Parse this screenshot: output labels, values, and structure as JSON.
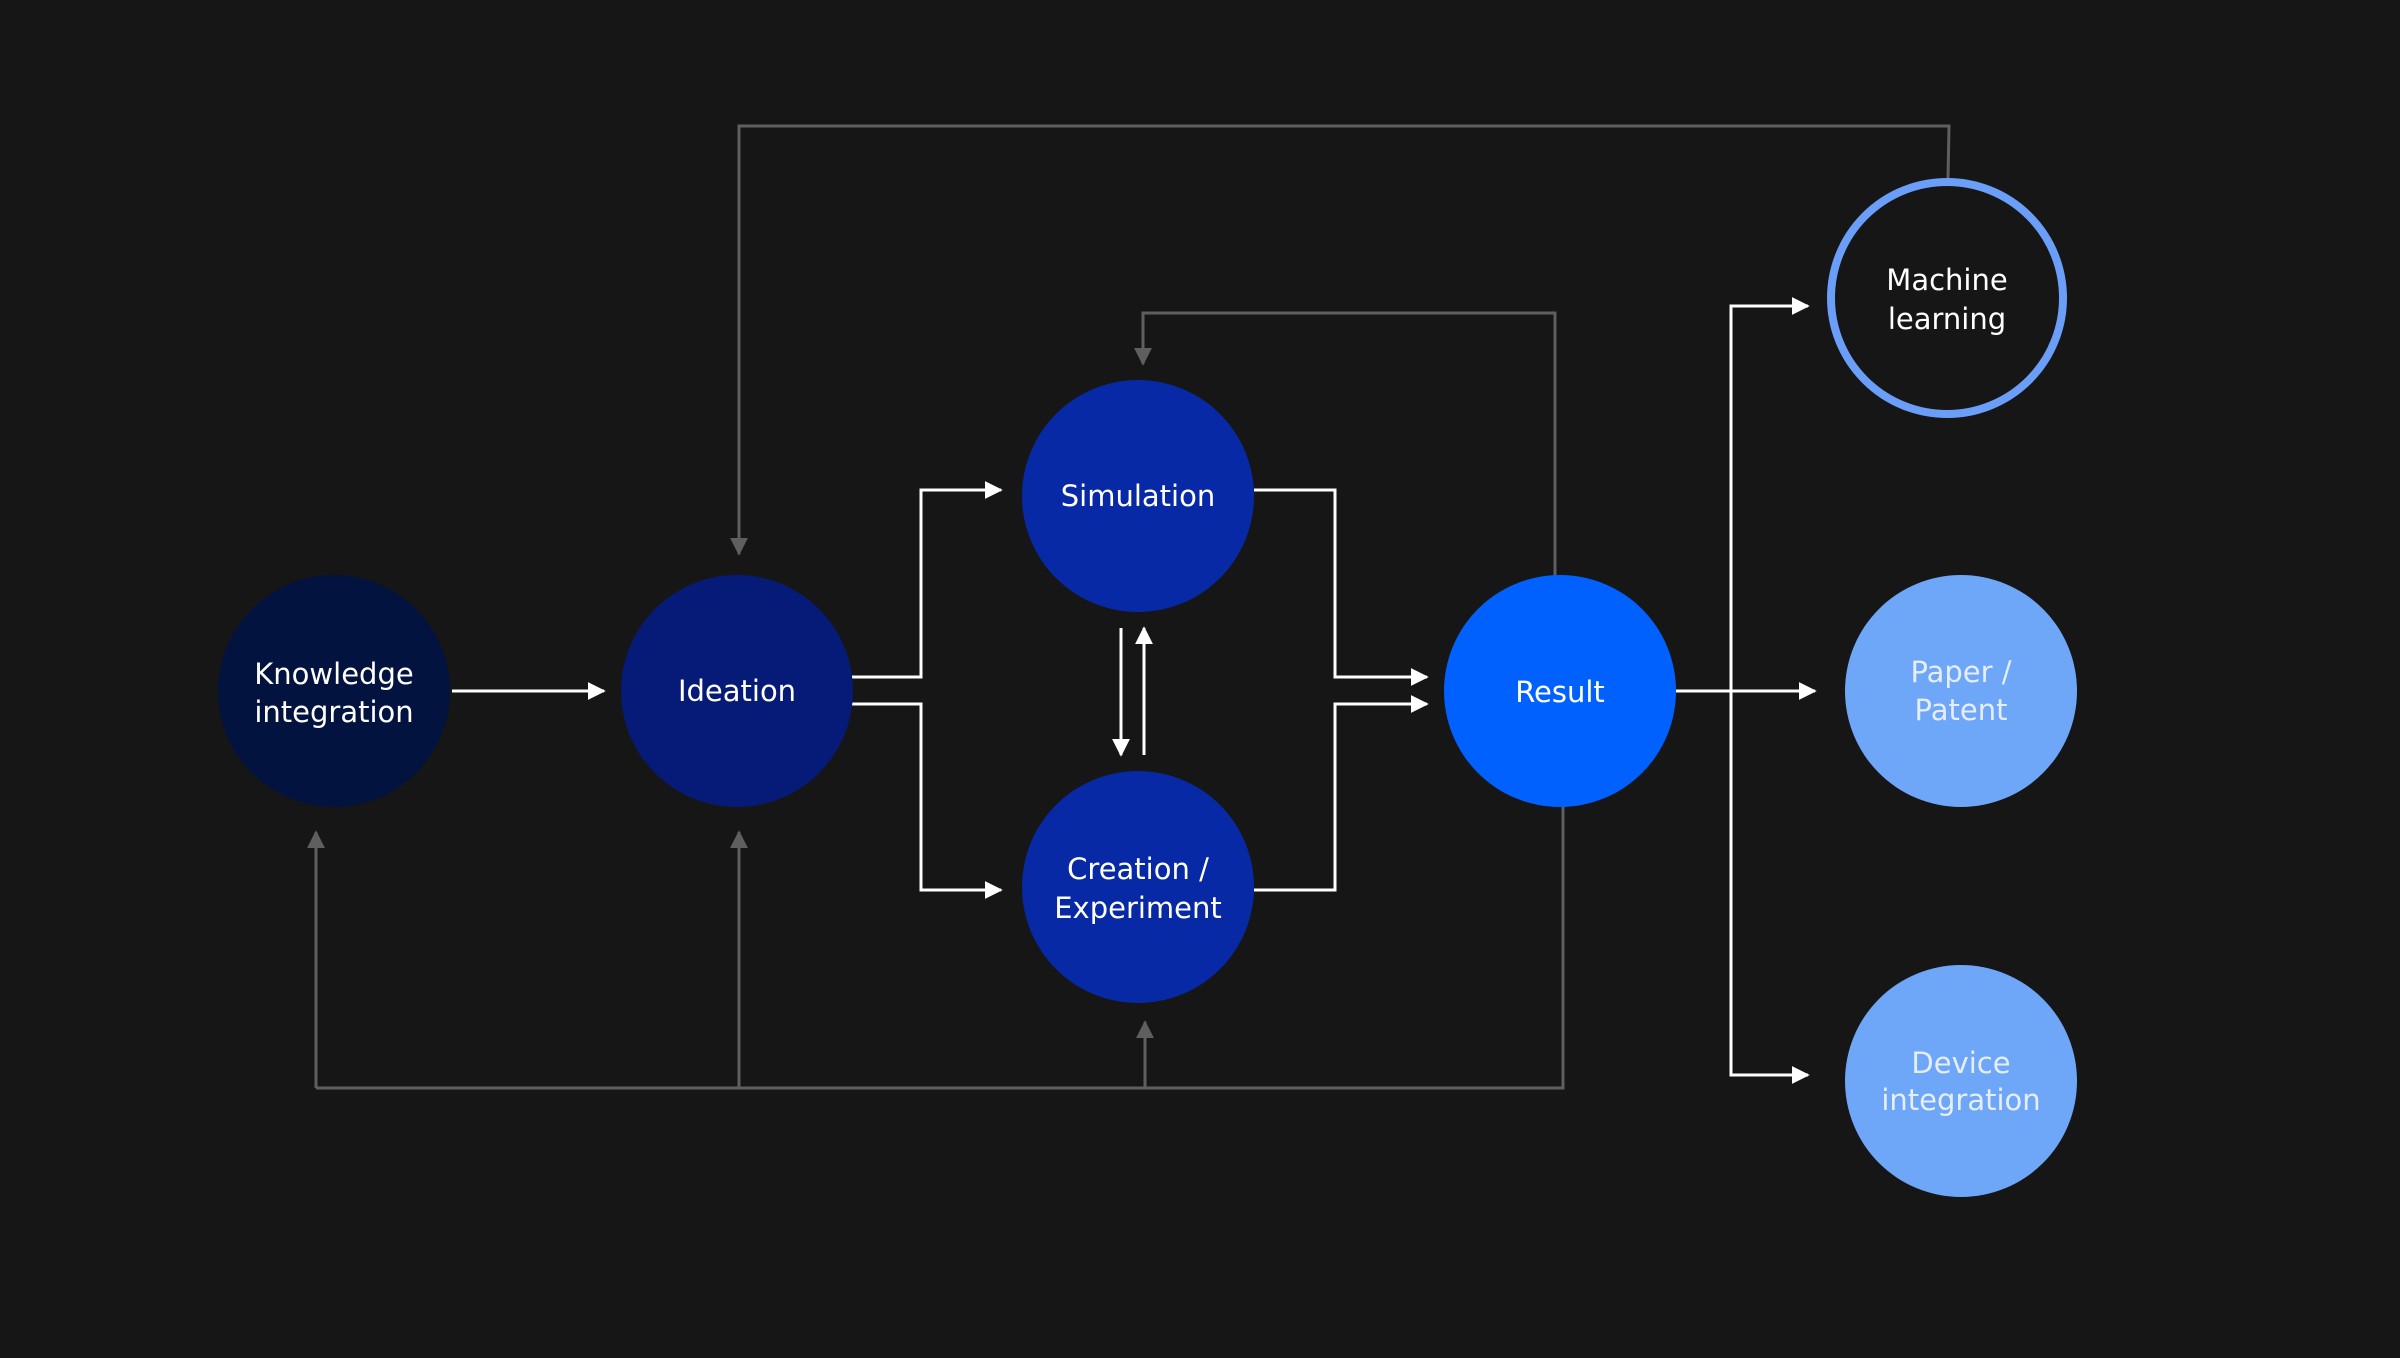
{
  "diagram": {
    "background": "#161616",
    "nodes": [
      {
        "id": "knowledge",
        "lines": [
          "Knowledge",
          "integration"
        ],
        "fill": "#02133f"
      },
      {
        "id": "ideation",
        "lines": [
          "Ideation"
        ],
        "fill": "#061b78"
      },
      {
        "id": "simulation",
        "lines": [
          "Simulation"
        ],
        "fill": "#0829a5"
      },
      {
        "id": "creation",
        "lines": [
          "Creation /",
          "Experiment"
        ],
        "fill": "#0829a5"
      },
      {
        "id": "result",
        "lines": [
          "Result"
        ],
        "fill": "#0061ff"
      },
      {
        "id": "ml",
        "lines": [
          "Machine",
          "learning"
        ],
        "fill": "#161616",
        "stroke": "#6a9ef8"
      },
      {
        "id": "paper",
        "lines": [
          "Paper /",
          "Patent"
        ],
        "fill": "#6ea6f8"
      },
      {
        "id": "device",
        "lines": [
          "Device",
          "integration"
        ],
        "fill": "#6ea6f8"
      }
    ],
    "edges": [
      {
        "from": "knowledge",
        "to": "ideation",
        "style": "white"
      },
      {
        "from": "ideation",
        "to": "simulation",
        "style": "white"
      },
      {
        "from": "ideation",
        "to": "creation",
        "style": "white"
      },
      {
        "from": "simulation",
        "to": "creation",
        "style": "white"
      },
      {
        "from": "creation",
        "to": "simulation",
        "style": "white"
      },
      {
        "from": "simulation",
        "to": "result",
        "style": "white"
      },
      {
        "from": "creation",
        "to": "result",
        "style": "white"
      },
      {
        "from": "result",
        "to": "ml",
        "style": "white"
      },
      {
        "from": "result",
        "to": "paper",
        "style": "white"
      },
      {
        "from": "result",
        "to": "device",
        "style": "white"
      },
      {
        "from": "result",
        "to": "simulation",
        "style": "gray"
      },
      {
        "from": "ml",
        "to": "ideation",
        "style": "gray"
      },
      {
        "from": "result",
        "to": "knowledge",
        "style": "gray"
      },
      {
        "from": "result",
        "to": "ideation",
        "style": "gray"
      },
      {
        "from": "result",
        "to": "creation",
        "style": "gray"
      }
    ]
  }
}
